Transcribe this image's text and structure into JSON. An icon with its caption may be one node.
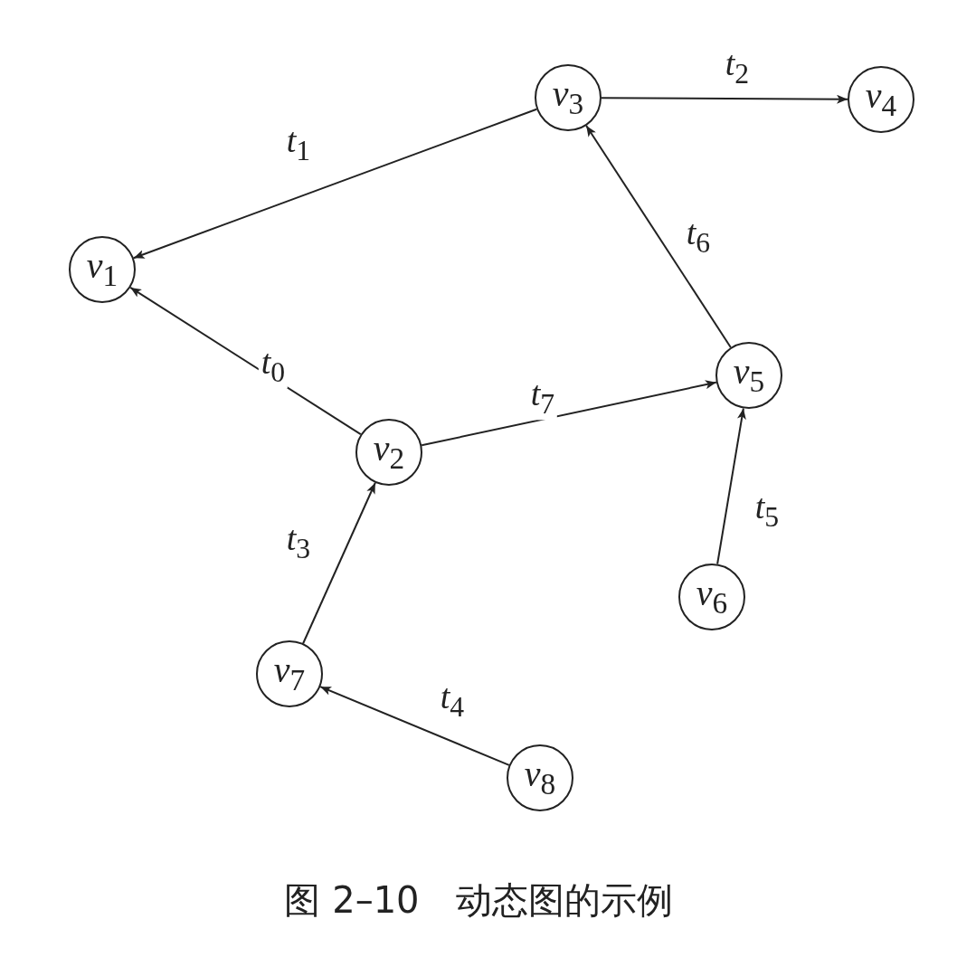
{
  "diagram": {
    "caption": "图 2–10　动态图的示例",
    "nodes": [
      {
        "text": [
          "*v*$_{1}$"
        ]
      },
      {
        "text": [
          "*v*$_{2}$"
        ]
      },
      {
        "text": [
          "*v*$_{3}$"
        ]
      },
      {
        "text": [
          "*v*$_{4}$"
        ]
      },
      {
        "text": [
          "*v*$_{5}$"
        ]
      },
      {
        "text": [
          "*v*$_{6}$"
        ]
      },
      {
        "text": [
          "*v*$_{7}$"
        ]
      },
      {
        "text": [
          "*v*$_{8}$"
        ]
      }
    ],
    "edges": [
      {
        "from": 2,
        "to": 0,
        "arrow": "to",
        "label": "*t*$_{1}$"
      },
      {
        "from": 2,
        "to": 3,
        "arrow": "to",
        "label": "*t*$_{2}$"
      },
      {
        "from": 4,
        "to": 2,
        "arrow": "to",
        "label": "*t*$_{6}$"
      },
      {
        "from": 1,
        "to": 0,
        "arrow": "to",
        "label": "*t*$_{0}$"
      },
      {
        "from": 1,
        "to": 4,
        "arrow": "to",
        "label": "*t*$_{7}$"
      },
      {
        "from": 5,
        "to": 4,
        "arrow": "to",
        "label": "*t*$_{5}$"
      },
      {
        "from": 6,
        "to": 1,
        "arrow": "to",
        "label": "*t*$_{3}$"
      },
      {
        "from": 7,
        "to": 6,
        "arrow": "to",
        "label": "*t*$_{4}$"
      }
    ]
  }
}
